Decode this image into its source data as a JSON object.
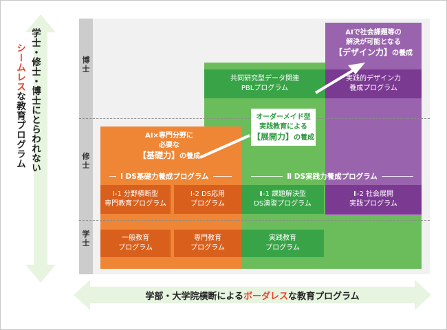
{
  "levels": {
    "doctor": "博\n士",
    "master": "修\n士",
    "bachelor": "学\n士"
  },
  "left_label": {
    "line1": "学士・修士・博士にとらわれない",
    "line2_highlight": "シームレス",
    "line2_rest": "な教育プログラム"
  },
  "bottom_label": {
    "pre": "学部・大学院横断による",
    "highlight": "ボーダレス",
    "post": "な教育プログラム"
  },
  "callouts": {
    "basic": {
      "line1": "AI×専門分野に",
      "line2": "必要な",
      "highlight": "【基礎力】",
      "suffix": "の養成"
    },
    "practice": {
      "line1": "オーダーメイド型",
      "line2": "実践教育による",
      "highlight": "【展開力】",
      "suffix": "の養成"
    },
    "design": {
      "line1": "AIで社会課題等の",
      "line2": "解決が可能となる",
      "highlight": "【デザイン力】",
      "suffix": "の養成"
    }
  },
  "headers": {
    "ds_basic": "Ⅰ DS基礎力養成プログラム",
    "ds_practice": "Ⅱ DS実践力養成プログラム"
  },
  "boxes": {
    "i1": {
      "line1": "Ⅰ-1 分野横断型",
      "line2": "専門教育プログラム"
    },
    "i2": {
      "line1": "Ⅰ-2 DS応用",
      "line2": "プログラム"
    },
    "ii1": {
      "line1": "Ⅱ-1 課題解決型",
      "line2": "DS演習プログラム"
    },
    "ii2": {
      "line1": "Ⅱ-2 社会展開",
      "line2": "実践プログラム"
    },
    "general": {
      "line1": "一般教育",
      "line2": "プログラム"
    },
    "specialized": {
      "line1": "専門教育",
      "line2": "プログラム"
    },
    "practical": {
      "line1": "実践教育",
      "line2": "プログラム"
    },
    "pbl": {
      "line1": "共同研究型データ関連",
      "line2": "PBLプログラム"
    },
    "design_prog": {
      "line1": "実践的デザイン力",
      "line2": "養成プログラム"
    }
  },
  "colors": {
    "orange": "#ef8636",
    "orange_dark": "#d9601c",
    "green": "#6bbd5b",
    "green_dark": "#38a447",
    "purple": "#9a63ad",
    "purple_dark": "#7b3a92",
    "arrow_bg": "#e6f4e0",
    "accent_red": "#e8412c"
  }
}
